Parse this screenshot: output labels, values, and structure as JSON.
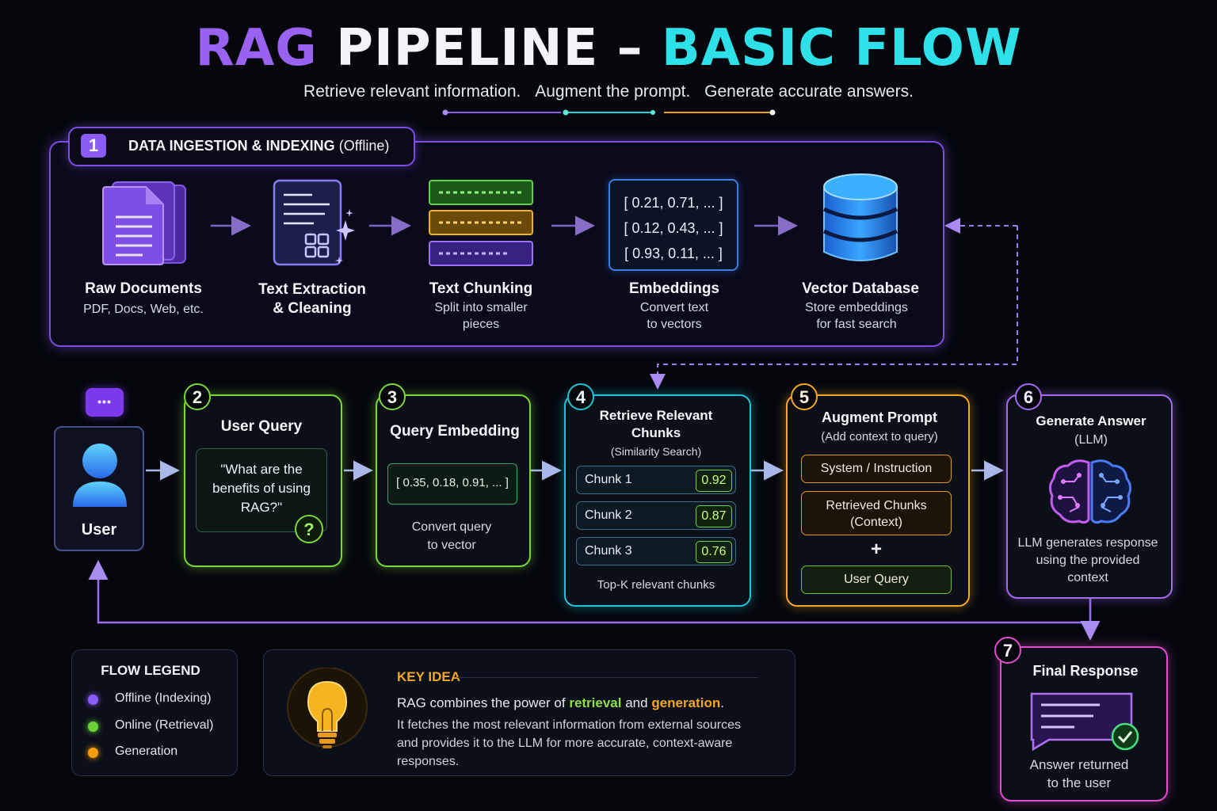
{
  "title": {
    "part1": "RAG",
    "part2": "PIPELINE –",
    "part3": "BASIC FLOW"
  },
  "subtitle": [
    "Retrieve relevant information.",
    "Augment the prompt.",
    "Generate accurate answers."
  ],
  "ingestion": {
    "number": "1",
    "title": "DATA INGESTION & INDEXING",
    "title_suffix": "(Offline)",
    "steps": [
      {
        "name": "Raw Documents",
        "desc": "PDF, Docs, Web, etc."
      },
      {
        "name": "Text Extraction\n& Cleaning",
        "desc": ""
      },
      {
        "name": "Text Chunking",
        "desc": "Split into smaller\npieces"
      },
      {
        "name": "Embeddings",
        "desc": "Convert text\nto vectors"
      },
      {
        "name": "Vector Database",
        "desc": "Store embeddings\nfor fast search"
      }
    ],
    "vectors": [
      "[ 0.21, 0.71, ... ]",
      "[ 0.12, 0.43, ... ]",
      "[ 0.93, 0.11, ... ]"
    ]
  },
  "user": {
    "label": "User",
    "bubble": "•••"
  },
  "stages": {
    "s2": {
      "number": "2",
      "title": "User Query",
      "query": "\"What are the\nbenefits of using\nRAG?\"",
      "q_icon": "?"
    },
    "s3": {
      "number": "3",
      "title": "Query Embedding",
      "vector": "[ 0.35, 0.18, 0.91, ... ]",
      "desc": "Convert query\nto vector"
    },
    "s4": {
      "number": "4",
      "title": "Retrieve Relevant\nChunks",
      "subtitle": "(Similarity Search)",
      "chunks": [
        {
          "name": "Chunk 1",
          "score": "0.92"
        },
        {
          "name": "Chunk 2",
          "score": "0.87"
        },
        {
          "name": "Chunk 3",
          "score": "0.76"
        }
      ],
      "footer": "Top-K relevant chunks"
    },
    "s5": {
      "number": "5",
      "title": "Augment Prompt",
      "subtitle": "(Add context to query)",
      "items": [
        "System / Instruction",
        "Retrieved Chunks\n(Context)",
        "User Query"
      ],
      "plus": "+"
    },
    "s6": {
      "number": "6",
      "title": "Generate Answer",
      "subtitle": "(LLM)",
      "desc": "LLM generates response\nusing the provided\ncontext"
    },
    "s7": {
      "number": "7",
      "title": "Final Response",
      "desc": "Answer returned\nto the user"
    }
  },
  "legend": {
    "title": "FLOW LEGEND",
    "items": [
      {
        "label": "Offline (Indexing)",
        "color": "#8b5cf6"
      },
      {
        "label": "Online (Retrieval)",
        "color": "#6ad13b"
      },
      {
        "label": "Generation",
        "color": "#f59e0b"
      }
    ]
  },
  "key_idea": {
    "title": "KEY IDEA",
    "line1_pre": "RAG combines the power of ",
    "line1_retrieval": "retrieval",
    "line1_mid": " and ",
    "line1_generation": "generation",
    "line1_post": ".",
    "body": "It fetches the most relevant information from external sources\nand provides it to the LLM for more accurate, context-aware\nresponses."
  },
  "colors": {
    "purple": "#8b5cf6",
    "green": "#7bd63a",
    "teal": "#22c3d6",
    "orange": "#f5a623",
    "pink": "#e44bd0"
  }
}
